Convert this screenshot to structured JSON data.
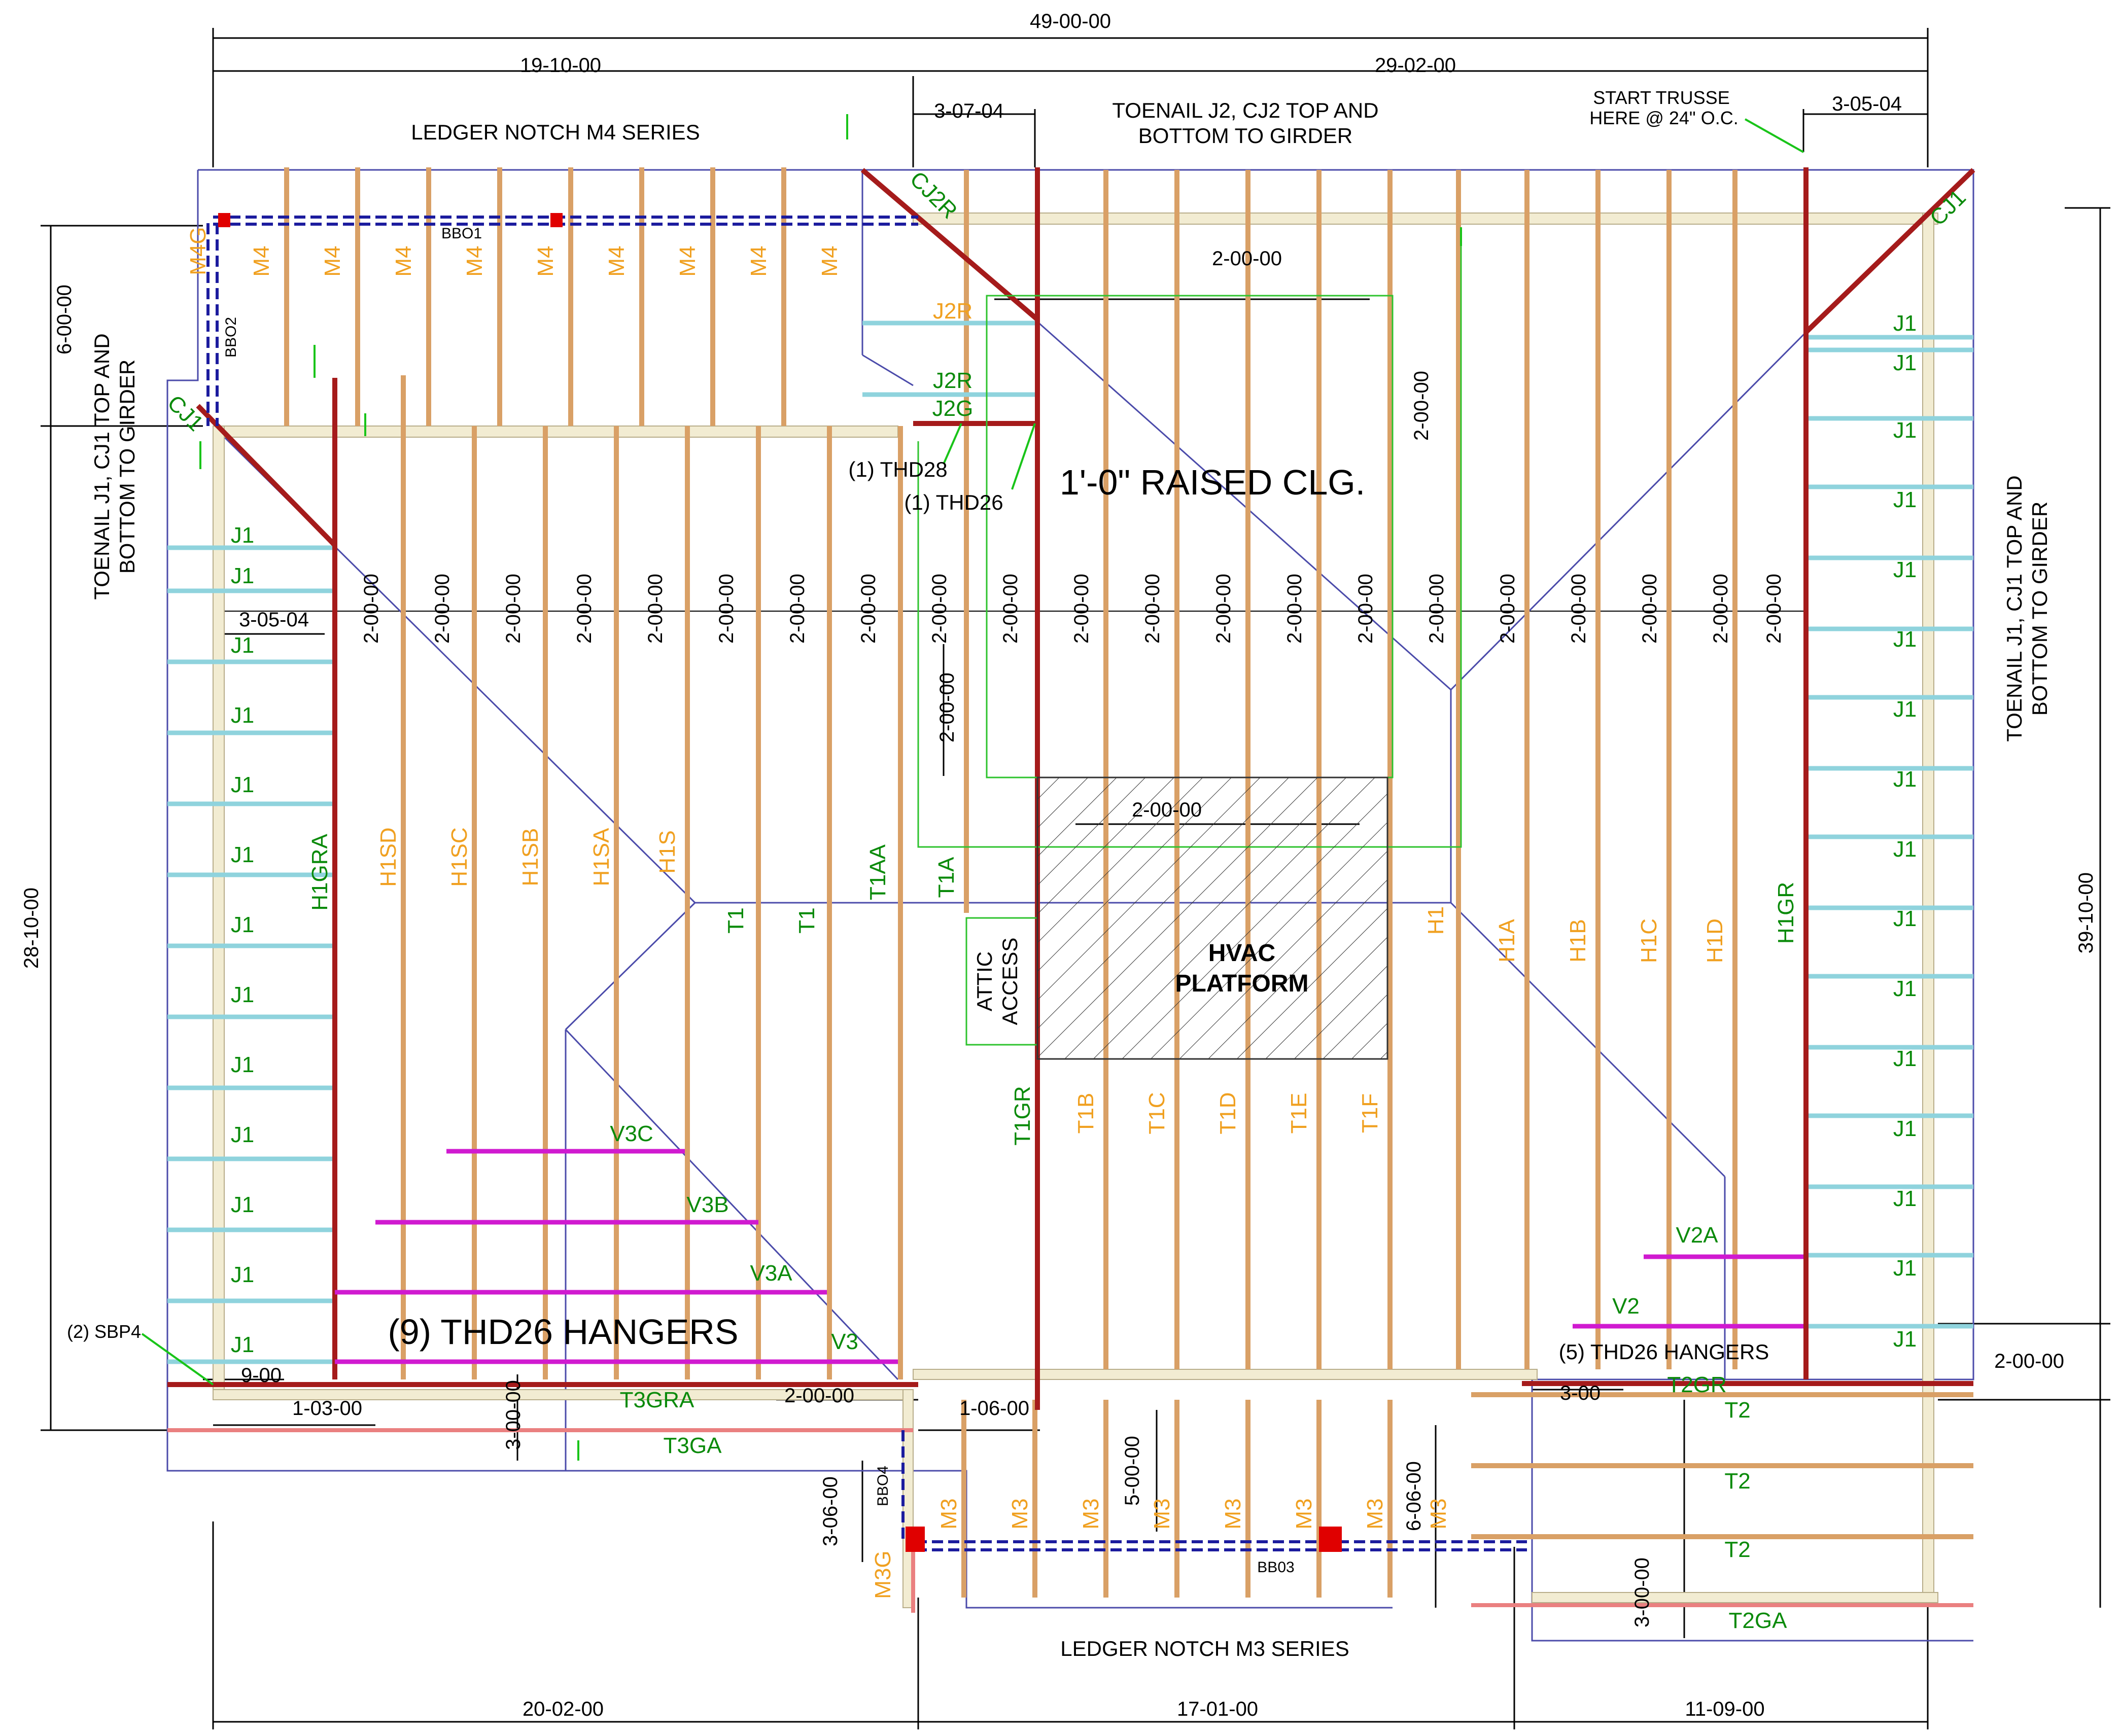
{
  "dims": {
    "overall_top": "49-00-00",
    "top_left": "19-10-00",
    "top_right": "29-02-00",
    "top_307": "3-07-04",
    "top_305": "3-05-04",
    "left_600": "6-00-00",
    "left_2810": "28-10-00",
    "right_3910": "39-10-00",
    "bottom_2002": "20-02-00",
    "bottom_1701": "17-01-00",
    "bottom_1109": "11-09-00",
    "d_305_left": "3-05-04",
    "d_900": "9-00",
    "d_10300": "1-03-00",
    "d_20000_low": "2-00-00",
    "d_30000_a": "3-00-00",
    "d_10600": "1-06-00",
    "d_30600": "3-06-00",
    "d_50000": "5-00-00",
    "d_60600": "6-06-00",
    "d_300_right": "3-00",
    "d_20000_right": "2-00-00",
    "d_30000_b": "3-00-00",
    "d_raised_top": "2-00-00",
    "d_raised_side": "2-00-00",
    "d_raised_left": "2-00-00",
    "d_hvac": "2-00-00",
    "spacing_label": "2-00-00"
  },
  "notes": {
    "ledger_m4": "LEDGER NOTCH M4 SERIES",
    "ledger_m3": "LEDGER NOTCH M3 SERIES",
    "toenail_top_1": "TOENAIL J2, CJ2 TOP AND",
    "toenail_top_2": "BOTTOM TO GIRDER",
    "start_1": "START TRUSSE",
    "start_2": "HERE @ 24\" O.C.",
    "toenail_left_1": "TOENAIL J1, CJ1 TOP AND",
    "toenail_left_2": "BOTTOM TO GIRDER",
    "toenail_right_1": "TOENAIL J1, CJ1 TOP AND",
    "toenail_right_2": "BOTTOM TO GIRDER",
    "thd28": "(1) THD28",
    "thd26": "(1) THD26",
    "raised": "1'-0\" RAISED CLG.",
    "hvac_1": "HVAC",
    "hvac_2": "PLATFORM",
    "attic_1": "ATTIC",
    "attic_2": "ACCESS",
    "hangers9": "(9) THD26 HANGERS",
    "hangers5": "(5) THD26 HANGERS",
    "sbp4": "(2) SBP4"
  },
  "labels": {
    "m4": "M4",
    "m4g": "M4G",
    "m3": "M3",
    "m3g": "M3G",
    "cj2r": "CJ2R",
    "cj1": "CJ1",
    "j1": "J1",
    "j2r": "J2R",
    "j2g": "J2G",
    "bbo1": "BBO1",
    "bbo2": "BBO2",
    "bbo3": "BB03",
    "bbo4": "BBO4",
    "h1gra": "H1GRA",
    "h1sd": "H1SD",
    "h1sc": "H1SC",
    "h1sb": "H1SB",
    "h1sa": "H1SA",
    "h1s": "H1S",
    "t1aa": "T1AA",
    "t1a": "T1A",
    "t1": "T1",
    "t1gr": "T1GR",
    "t1b": "T1B",
    "t1c": "T1C",
    "t1d": "T1D",
    "t1e": "T1E",
    "t1f": "T1F",
    "h1": "H1",
    "h1a": "H1A",
    "h1b": "H1B",
    "h1c": "H1C",
    "h1d": "H1D",
    "h1gr": "H1GR",
    "v3c": "V3C",
    "v3b": "V3B",
    "v3a": "V3A",
    "v3": "V3",
    "v2a": "V2A",
    "v2": "V2",
    "t3gra": "T3GRA",
    "t3ga": "T3GA",
    "t2gr": "T2GR",
    "t2": "T2",
    "t2ga": "T2GA"
  },
  "colors": {
    "truss": "#d9a066",
    "girder": "#a51b1b",
    "jack": "#8fd3dd",
    "valley": "#d01ad0",
    "outline": "#4b4baa",
    "green": "#0a8a0a",
    "orange": "#f0a020",
    "beam": "#1c1c9e"
  }
}
